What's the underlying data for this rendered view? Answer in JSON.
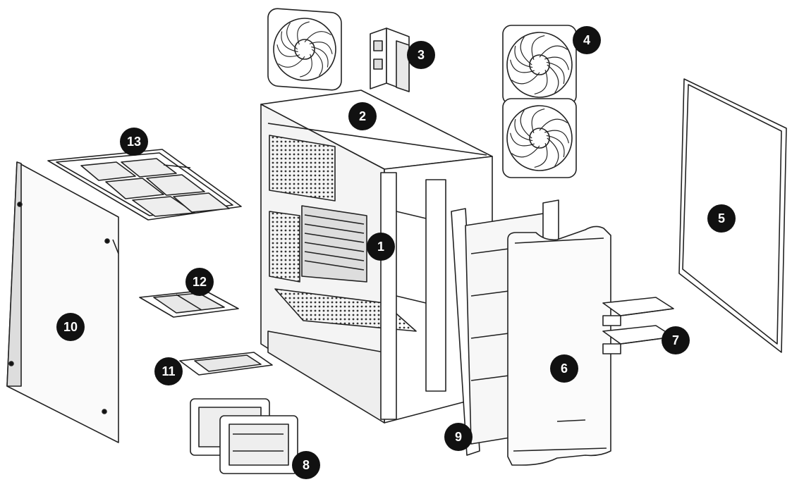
{
  "diagram": {
    "callouts": [
      "1",
      "2",
      "3",
      "4",
      "5",
      "6",
      "7",
      "8",
      "9",
      "10",
      "11",
      "12",
      "13"
    ],
    "colors": {
      "line": "#222222",
      "fill": "#ffffff",
      "shade": "#e6e6e6",
      "callout": "#111111"
    }
  }
}
